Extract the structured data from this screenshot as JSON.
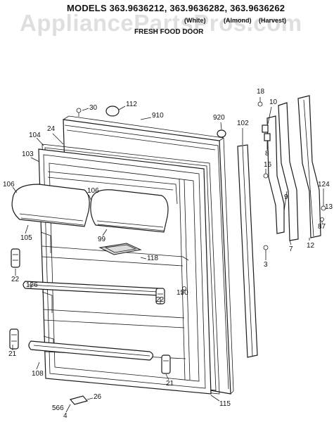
{
  "header": {
    "title": "MODELS 363.9636212, 363.9636282, 363.9636262",
    "colors": [
      "(White)",
      "(Almond)",
      "(Harvest)"
    ],
    "subtitle": "FRESH FOOD DOOR"
  },
  "watermark": "AppliancePartsPros.com",
  "callouts": {
    "c30": "30",
    "c112": "112",
    "c910": "910",
    "c920": "920",
    "c102": "102",
    "c18": "18",
    "c10": "10",
    "c8": "8",
    "c16": "16",
    "c9": "9",
    "c124": "124",
    "c13": "13",
    "c87": "87",
    "c12": "12",
    "c7": "7",
    "c3": "3",
    "c24": "24",
    "c104": "104",
    "c103": "103",
    "c106a": "106",
    "c106b": "106",
    "c105": "105",
    "c99": "99",
    "c118": "118",
    "c22a": "22",
    "c126": "126",
    "c22b": "22",
    "c150": "150",
    "c21a": "21",
    "c108": "108",
    "c21b": "21",
    "c115": "115",
    "c26": "26",
    "c566": "566",
    "c4": "4"
  }
}
